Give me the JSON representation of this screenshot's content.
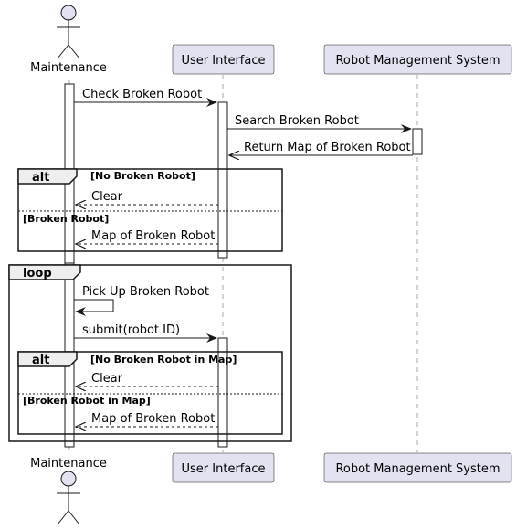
{
  "participants": {
    "maintenance": "Maintenance",
    "ui": "User Interface",
    "rms": "Robot Management System"
  },
  "messages": {
    "m1": "Check Broken Robot",
    "m2": "Search Broken Robot",
    "m3": "Return Map of Broken Robot",
    "m4": "Clear",
    "m5": "Map of Broken Robot",
    "m6": "Pick Up Broken Robot",
    "m7": "submit(robot ID)",
    "m8": "Clear",
    "m9": "Map of Broken Robot"
  },
  "fragments": {
    "alt1": {
      "keyword": "alt",
      "guard1": "[No Broken Robot]",
      "guard2": "[Broken Robot]"
    },
    "loop": {
      "keyword": "loop"
    },
    "alt2": {
      "keyword": "alt",
      "guard1": "[No Broken Robot in Map]",
      "guard2": "[Broken Robot in Map]"
    }
  },
  "colors": {
    "participant_fill": "#E2E2F0",
    "participant_border": "#181818",
    "lifeline": "#A8A8A8",
    "fragment_header": "#EEEEEE"
  }
}
